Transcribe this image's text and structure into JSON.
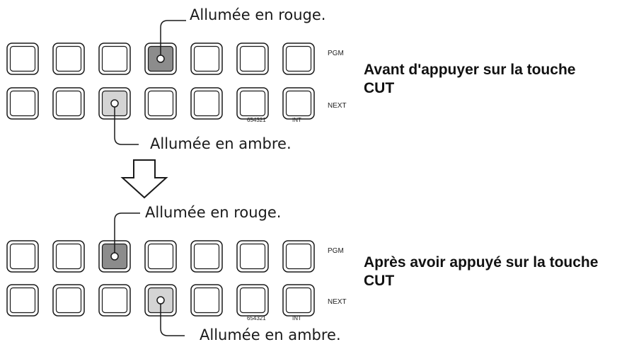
{
  "panels": [
    {
      "annotation_top": "Allumée en rouge.",
      "annotation_bottom": "Allumée en ambre.",
      "pgm_label": "PGM",
      "next_label": "NEXT",
      "small_left": "654321",
      "small_right": "INT",
      "state_line1": "Avant d'appuyer sur la touche",
      "state_line2": "CUT",
      "pgm_lit": 4,
      "next_lit": 3,
      "pgm_lit_color": "#8c8c8c",
      "next_lit_color": "#d4d4d4"
    },
    {
      "annotation_top": "Allumée en rouge.",
      "annotation_bottom": "Allumée en ambre.",
      "pgm_label": "PGM",
      "next_label": "NEXT",
      "small_left": "654321",
      "small_right": "INT",
      "state_line1": "Après avoir appuyé sur la touche",
      "state_line2": "CUT",
      "pgm_lit": 3,
      "next_lit": 4,
      "pgm_lit_color": "#8c8c8c",
      "next_lit_color": "#d4d4d4"
    }
  ],
  "arrow": "down-arrow"
}
